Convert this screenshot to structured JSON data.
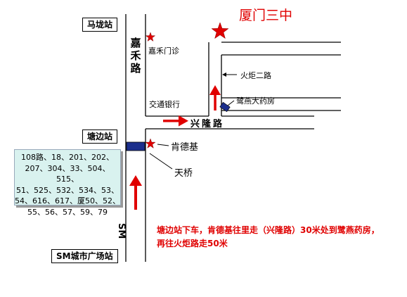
{
  "title": "厦门三中",
  "stations": {
    "mawei": "马垅站",
    "tangbian": "塘边站",
    "sm_plaza": "SM城市广场站"
  },
  "roads": {
    "jiahe": "嘉禾路",
    "xinglong": "兴隆路",
    "sm": "SM",
    "huoju2": "火炬二路"
  },
  "landmarks": {
    "jiahe_clinic": "嘉禾门诊",
    "bank": "交通银行",
    "pharmacy": "鹭燕大药房",
    "kfc": "肯德基",
    "bridge": "天桥"
  },
  "bus_lines": [
    "108路、18、201、202、",
    "207、304、33、504、515、",
    "51、525、532、534、53、",
    "54、616、617、厦50、52、",
    "55、56、57、59、79"
  ],
  "note_lines": [
    "塘边站下车，肯德基往里走（兴隆路）30米处到鹭燕药房，",
    "再往火炬路走50米"
  ],
  "colors": {
    "accent": "#e00000",
    "bus_box": "#d9f2ef",
    "marker": "#1c2f8c"
  }
}
